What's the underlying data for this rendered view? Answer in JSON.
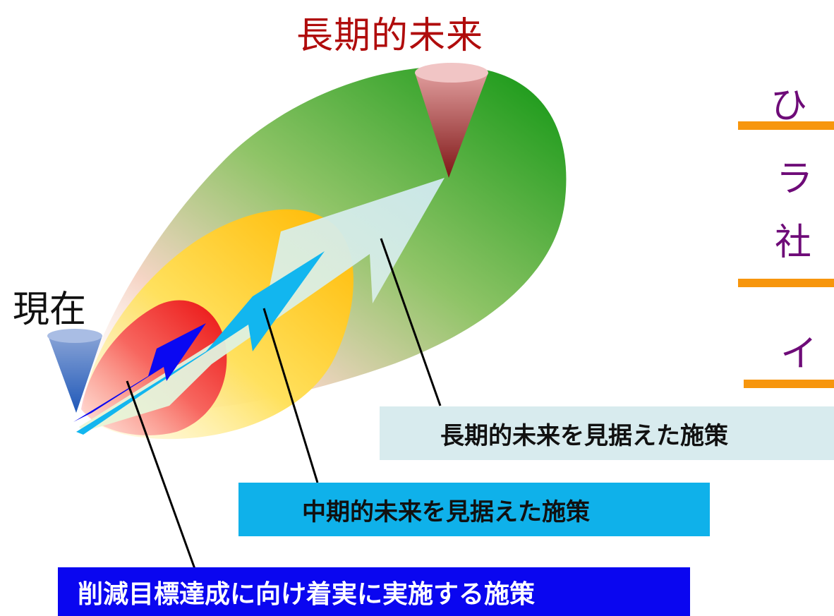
{
  "labels": {
    "long_term_future": "長期的未来",
    "present": "現在"
  },
  "boxes": {
    "long_term_policy": "長期的未来を見据えた施策",
    "mid_term_policy": "中期的未来を見据えた施策",
    "short_term_policy": "削減目標達成に向け着実に実施する施策"
  },
  "side_text": [
    "ひ",
    "ラ",
    "社",
    "イ"
  ],
  "colors": {
    "title_red": "#b00c0c",
    "side_purple": "#6e0b78",
    "rule_orange": "#f7960d",
    "box_long": "#d8ebee",
    "box_mid": "#0fb1ea",
    "box_short": "#0a06f0",
    "zone_green": "#149a14",
    "zone_yellow": "#ffc20e",
    "zone_red": "#ee1c24"
  }
}
